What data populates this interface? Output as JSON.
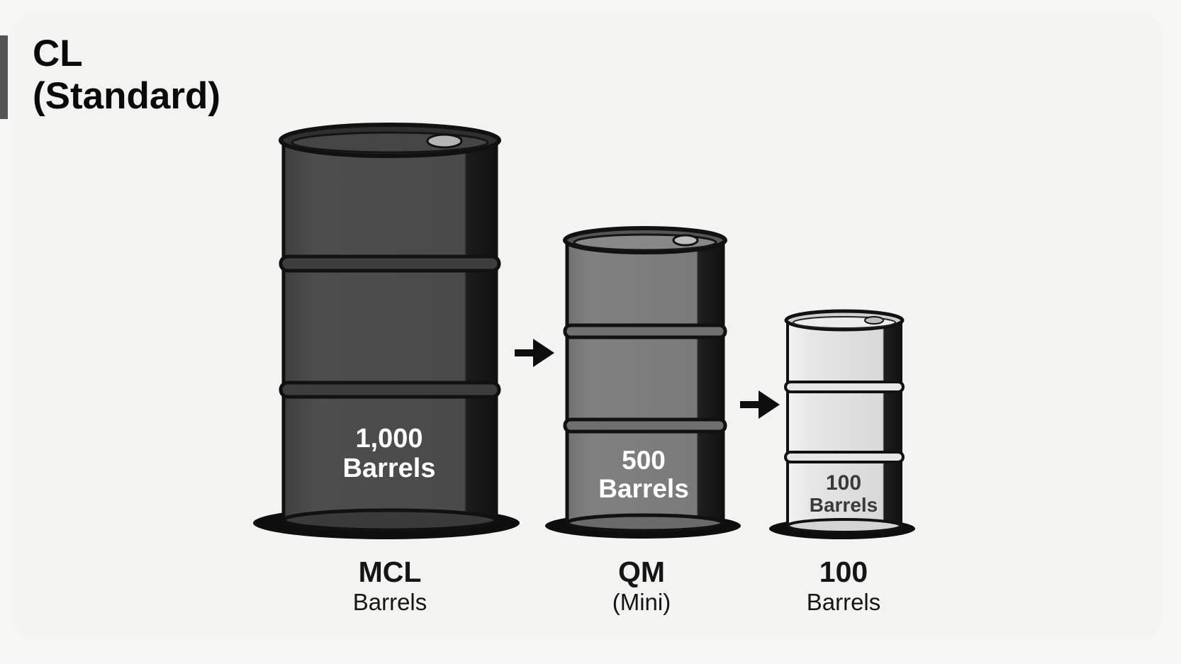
{
  "title": {
    "line1": "CL",
    "line2": "(Standard)"
  },
  "barrels": [
    {
      "qty": "1,000",
      "unit": "Barrels",
      "caption_main": "MCL",
      "caption_sub": "Barrels",
      "color": "#4a4a4a",
      "label_color": "#ffffff"
    },
    {
      "qty": "500",
      "unit": "Barrels",
      "caption_main": "QM",
      "caption_sub": "(Mini)",
      "color": "#7d7d7d",
      "label_color": "#ffffff"
    },
    {
      "qty": "100",
      "unit": "Barrels",
      "caption_main": "100",
      "caption_sub": "Barrels",
      "color": "#e2e2e2",
      "label_color": "#3a3a3a"
    }
  ],
  "arrows": [
    {
      "icon": "arrow-right-icon"
    },
    {
      "icon": "arrow-right-icon"
    }
  ]
}
